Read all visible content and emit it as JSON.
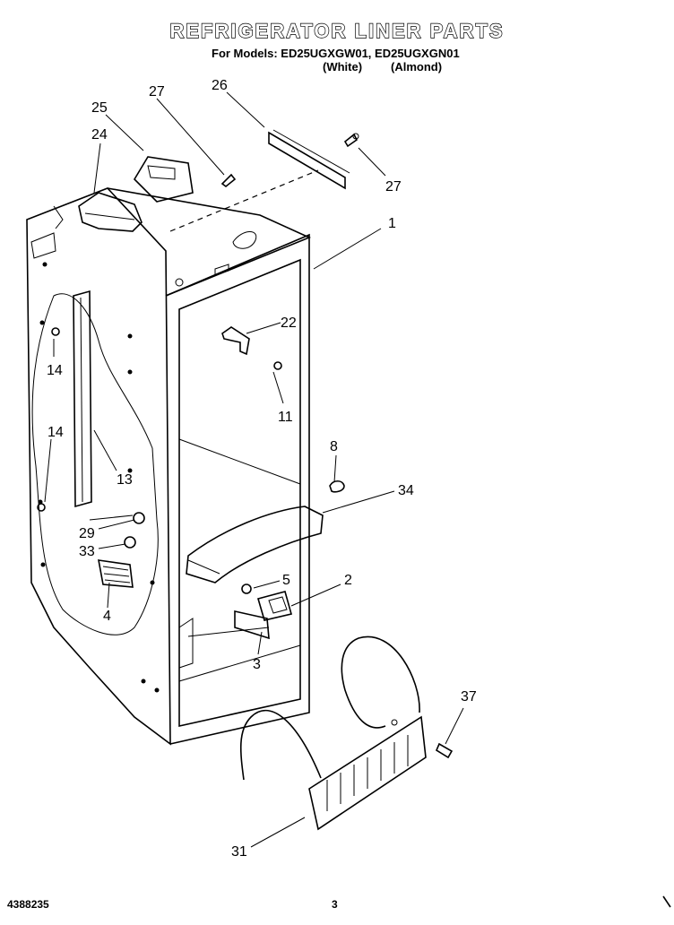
{
  "header": {
    "title": "REFRIGERATOR LINER PARTS",
    "models": "For Models: ED25UGXGW01, ED25UGXGN01",
    "variant_white": "(White)",
    "variant_almond": "(Almond)"
  },
  "footer": {
    "doc_number": "4388235",
    "page_number": "3"
  },
  "callouts": {
    "c1": "1",
    "c2": "2",
    "c3": "3",
    "c4": "4",
    "c5": "5",
    "c8": "8",
    "c11": "11",
    "c13": "13",
    "c14a": "14",
    "c14b": "14",
    "c22": "22",
    "c24": "24",
    "c25": "25",
    "c26": "26",
    "c27a": "27",
    "c27b": "27",
    "c29": "29",
    "c31": "31",
    "c33": "33",
    "c34": "34",
    "c37": "37"
  }
}
